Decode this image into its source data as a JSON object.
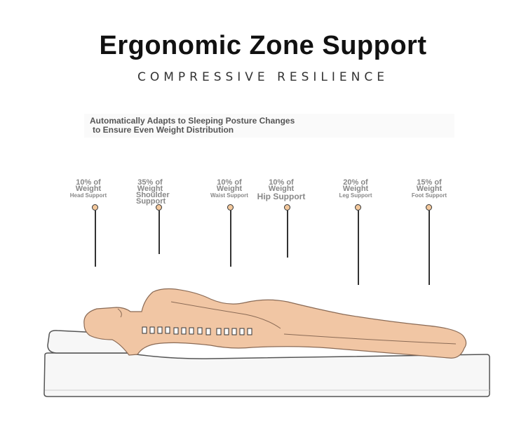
{
  "header": {
    "title": "Ergonomic Zone Support",
    "subtitle": "COMPRESSIVE RESILIENCE"
  },
  "description": {
    "line1": "Automatically Adapts to Sleeping Posture Changes",
    "line2": "to Ensure Even Weight Distribution"
  },
  "zones": [
    {
      "percent": "10% of",
      "weight": "Weight",
      "label": "Head Support"
    },
    {
      "percent": "35% of",
      "weight": "Weight",
      "label": "Shoulder Support"
    },
    {
      "percent": "10% of",
      "weight": "Weight",
      "label": "Waist Support"
    },
    {
      "percent": "10% of",
      "weight": "Weight",
      "label": "Hip Support"
    },
    {
      "percent": "20% of",
      "weight": "Weight",
      "label": "Leg Support"
    },
    {
      "percent": "15% of",
      "weight": "Weight",
      "label": "Foot Support"
    }
  ],
  "colors": {
    "skin": "#f1c6a4",
    "outline": "#8a6a55",
    "mattress": "#f7f7f7"
  }
}
